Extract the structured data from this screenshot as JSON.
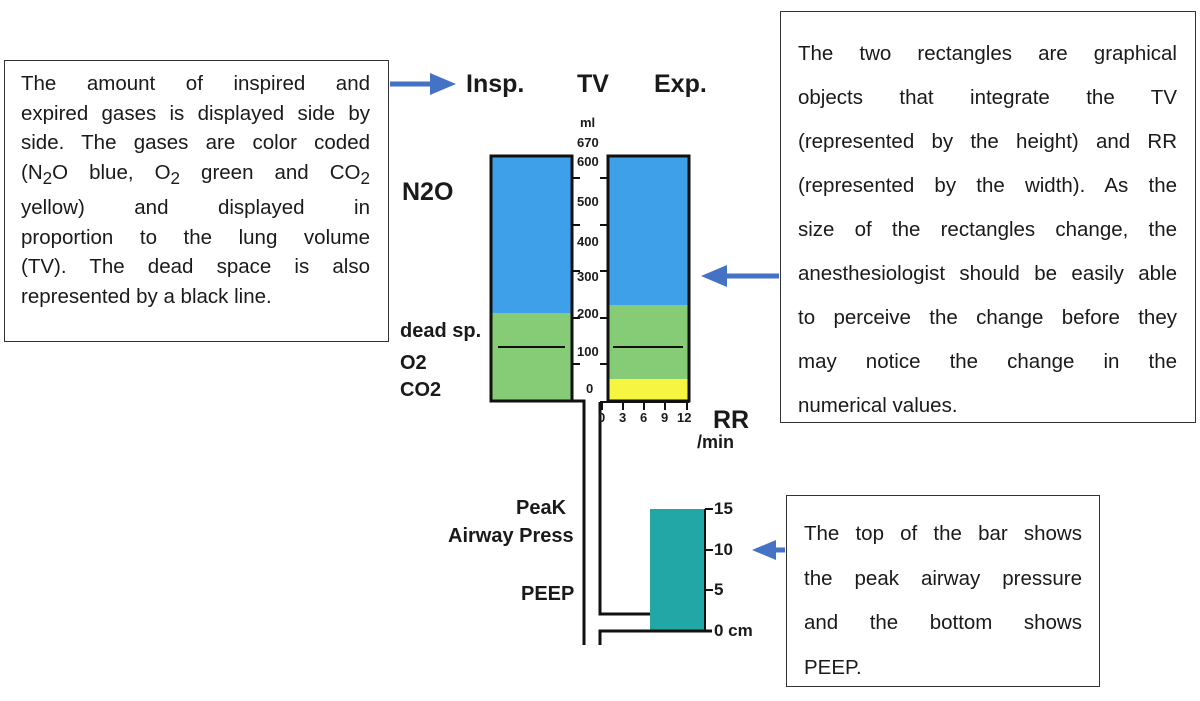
{
  "notes": {
    "left": {
      "lines": [
        "The amount of inspired and",
        "expired gases is displayed side by",
        "side. The gases are color coded",
        "yellow) and displayed in",
        "proportion to the lung volume",
        "(TV). The dead space is also",
        "represented by a black line."
      ],
      "line4_parts": [
        "(N",
        "2",
        "O blue, O",
        "2",
        " green and CO",
        "2"
      ]
    },
    "right": {
      "lines": [
        "The two rectangles are graphical",
        "objects that integrate the TV",
        "(represented by the height) and RR",
        "(represented by the width). As the",
        "size of the rectangles change, the",
        "anesthesiologist should be easily able",
        "to perceive the change before they",
        "may notice the change in the",
        "numerical values."
      ]
    },
    "bottom": {
      "lines": [
        "The top of the bar shows",
        "the peak airway pressure",
        "and the bottom shows",
        "PEEP."
      ]
    }
  },
  "display": {
    "header": {
      "insp": "Insp.",
      "tv": "TV",
      "exp": "Exp."
    },
    "tv_unit": "ml",
    "tv_max": "670",
    "tv_ticks": [
      "600",
      "500",
      "400",
      "300",
      "200",
      "100",
      "0"
    ],
    "gas_labels": {
      "n2o": "N2O",
      "dead_space": "dead sp.",
      "o2": "O2",
      "co2": "CO2"
    },
    "rr_ticks": [
      "0",
      "3",
      "6",
      "9",
      "12"
    ],
    "rr_label": "RR",
    "rr_unit": "/min",
    "pressure_labels": {
      "peak_line1": "PeaK",
      "peak_line2": "Airway Press",
      "peep": "PEEP"
    },
    "pressure_ticks": [
      "15",
      "10",
      "5",
      "0 cm"
    ],
    "colors": {
      "n2o": "#3fa0ea",
      "o2": "#86cb76",
      "co2": "#f5f542",
      "pressure": "#22a7a6",
      "arrow": "#4472c4"
    }
  }
}
